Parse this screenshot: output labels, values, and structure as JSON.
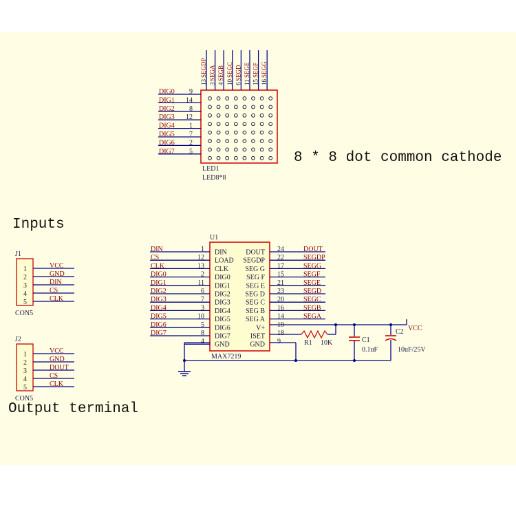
{
  "caption_matrix": "8 * 8 dot common cathode",
  "caption_inputs": "Inputs",
  "caption_output": "Output terminal",
  "led": {
    "designator": "LED1",
    "part": "LED8*8",
    "rows": [
      {
        "net": "DIG0",
        "pin": "9"
      },
      {
        "net": "DIG1",
        "pin": "14"
      },
      {
        "net": "DIG2",
        "pin": "8"
      },
      {
        "net": "DIG3",
        "pin": "12"
      },
      {
        "net": "DIG4",
        "pin": "1"
      },
      {
        "net": "DIG5",
        "pin": "7"
      },
      {
        "net": "DIG6",
        "pin": "2"
      },
      {
        "net": "DIG7",
        "pin": "5"
      }
    ],
    "cols": [
      {
        "pin": "13",
        "net": "SEGDP"
      },
      {
        "pin": "3",
        "net": "SEGA"
      },
      {
        "pin": "4",
        "net": "SEGB"
      },
      {
        "pin": "10",
        "net": "SEGC"
      },
      {
        "pin": "6",
        "net": "SEGD"
      },
      {
        "pin": "11",
        "net": "SEGE"
      },
      {
        "pin": "15",
        "net": "SEGF"
      },
      {
        "pin": "16",
        "net": "SEGG"
      }
    ]
  },
  "ic": {
    "designator": "U1",
    "part": "MAX7219",
    "left": [
      {
        "net": "DIN",
        "pin": "1",
        "name": "DIN"
      },
      {
        "net": "CS",
        "pin": "12",
        "name": "LOAD"
      },
      {
        "net": "CLK",
        "pin": "13",
        "name": "CLK"
      },
      {
        "net": "DIG0",
        "pin": "2",
        "name": "DIG0"
      },
      {
        "net": "DIG1",
        "pin": "11",
        "name": "DIG1"
      },
      {
        "net": "DIG2",
        "pin": "6",
        "name": "DIG2"
      },
      {
        "net": "DIG3",
        "pin": "7",
        "name": "DIG3"
      },
      {
        "net": "DIG4",
        "pin": "3",
        "name": "DIG4"
      },
      {
        "net": "DIG5",
        "pin": "10",
        "name": "DIG5"
      },
      {
        "net": "DIG6",
        "pin": "5",
        "name": "DIG6"
      },
      {
        "net": "DIG7",
        "pin": "8",
        "name": "DIG7"
      },
      {
        "net": "",
        "pin": "4",
        "name": "GND"
      }
    ],
    "right": [
      {
        "name": "DOUT",
        "pin": "24",
        "net": "DOUT"
      },
      {
        "name": "SEGDP",
        "pin": "22",
        "net": "SEGDP"
      },
      {
        "name": "SEG G",
        "pin": "17",
        "net": "SEGG"
      },
      {
        "name": "SEG F",
        "pin": "15",
        "net": "SEGF"
      },
      {
        "name": "SEG E",
        "pin": "21",
        "net": "SEGE"
      },
      {
        "name": "SEG D",
        "pin": "23",
        "net": "SEGD"
      },
      {
        "name": "SEG C",
        "pin": "20",
        "net": "SEGC"
      },
      {
        "name": "SEG B",
        "pin": "16",
        "net": "SEGB"
      },
      {
        "name": "SEG A",
        "pin": "14",
        "net": "SEGA"
      },
      {
        "name": "V+",
        "pin": "19",
        "net": ""
      },
      {
        "name": "ISET",
        "pin": "18",
        "net": ""
      },
      {
        "name": "GND",
        "pin": "9",
        "net": ""
      }
    ]
  },
  "r1": {
    "designator": "R1",
    "value": "10K"
  },
  "c1": {
    "designator": "C1",
    "value": "0.1uF"
  },
  "c2": {
    "designator": "C2",
    "value": "10uF/25V"
  },
  "vcc_label": "VCC",
  "connectors": [
    {
      "designator": "J1",
      "part": "CON5",
      "pins": [
        {
          "num": "1",
          "net": "VCC"
        },
        {
          "num": "2",
          "net": "GND"
        },
        {
          "num": "3",
          "net": "DIN"
        },
        {
          "num": "4",
          "net": "CS"
        },
        {
          "num": "5",
          "net": "CLK"
        }
      ]
    },
    {
      "designator": "J2",
      "part": "CON5",
      "pins": [
        {
          "num": "1",
          "net": "VCC"
        },
        {
          "num": "2",
          "net": "GND"
        },
        {
          "num": "3",
          "net": "DOUT"
        },
        {
          "num": "4",
          "net": "CS"
        },
        {
          "num": "5",
          "net": "CLK"
        }
      ]
    }
  ],
  "colors": {
    "panel": "#fffee5",
    "wire": "#00008b",
    "net_label": "#8b0000",
    "part_outline": "#cc0000",
    "ic_fill": "#fffcd0"
  }
}
